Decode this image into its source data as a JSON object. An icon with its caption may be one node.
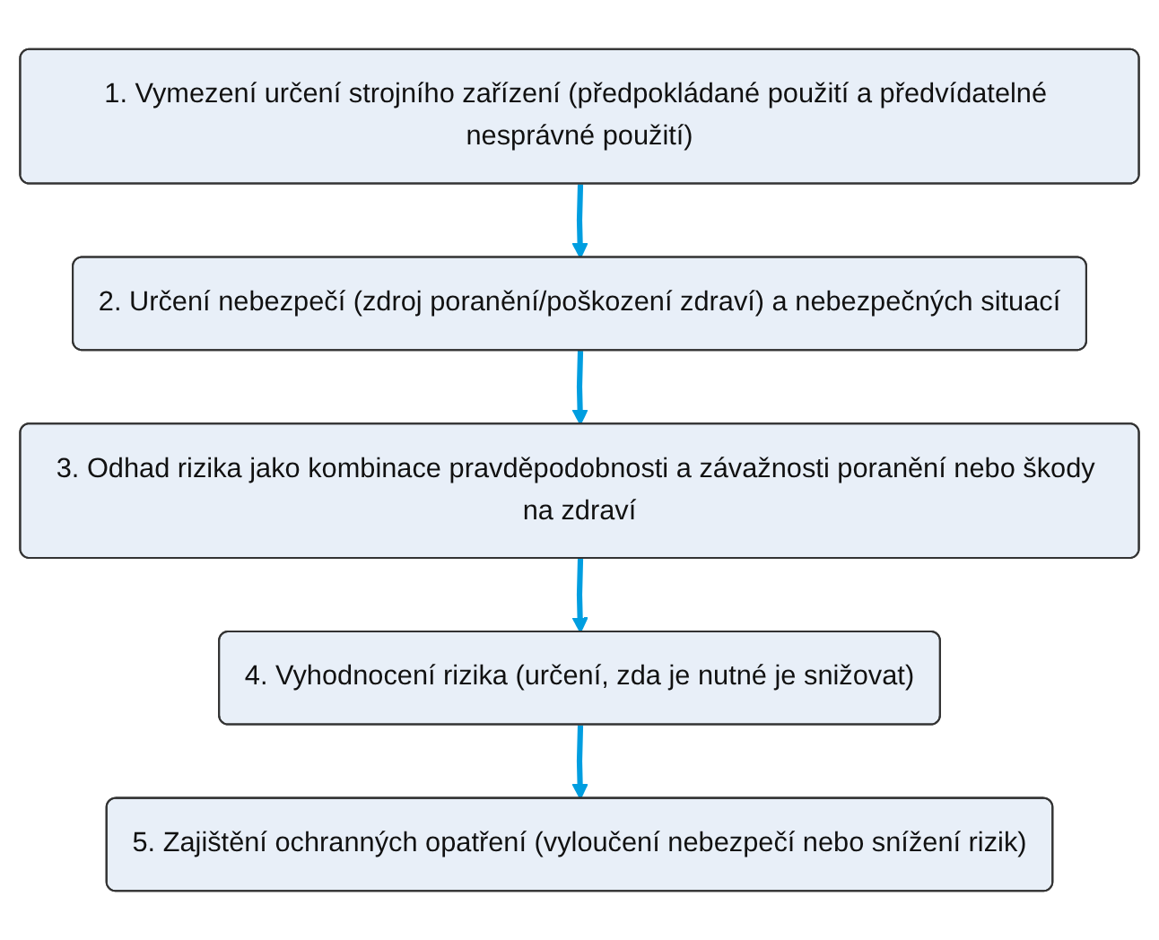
{
  "diagram": {
    "nodes": [
      {
        "text": [
          "1. Vymezení určení strojního zařízení (předpokládané použití a předvídatelné nesprávné použití)"
        ]
      },
      {
        "text": [
          "2. Určení nebezpečí (zdroj poranění/poškození zdraví) a nebezpečných situací"
        ]
      },
      {
        "text": [
          "3. Odhad rizika jako kombinace pravděpodobnosti a závažnosti poranění nebo škody na zdraví"
        ]
      },
      {
        "text": [
          "4. Vyhodnocení rizika (určení, zda je nutné je snižovat)"
        ]
      },
      {
        "text": [
          "5. Zajištění ochranných opatření (vyloučení nebezpečí nebo snížení rizik)"
        ]
      }
    ],
    "edges": [
      {
        "from": 0,
        "to": 1,
        "arrow": "to",
        "color": "#009ee0"
      },
      {
        "from": 1,
        "to": 2,
        "arrow": "to",
        "color": "#009ee0"
      },
      {
        "from": 2,
        "to": 3,
        "arrow": "to",
        "color": "#009ee0"
      },
      {
        "from": 3,
        "to": 4,
        "arrow": "to",
        "color": "#009ee0"
      }
    ]
  }
}
